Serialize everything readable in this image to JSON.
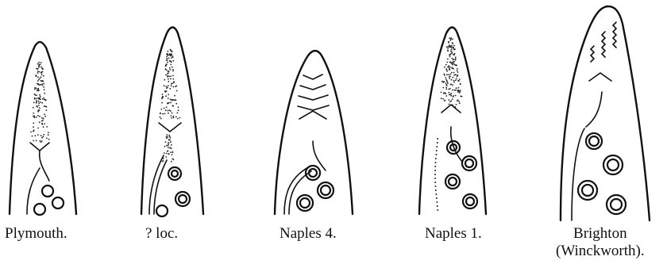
{
  "figures": [
    {
      "id": "plymouth",
      "caption": [
        "Plymouth."
      ]
    },
    {
      "id": "unknown-locality",
      "caption": [
        "? loc."
      ]
    },
    {
      "id": "naples-4",
      "caption": [
        "Naples 4."
      ]
    },
    {
      "id": "naples-1",
      "caption": [
        "Naples 1."
      ]
    },
    {
      "id": "brighton",
      "caption": [
        "Brighton",
        "(Winckworth)."
      ]
    }
  ]
}
